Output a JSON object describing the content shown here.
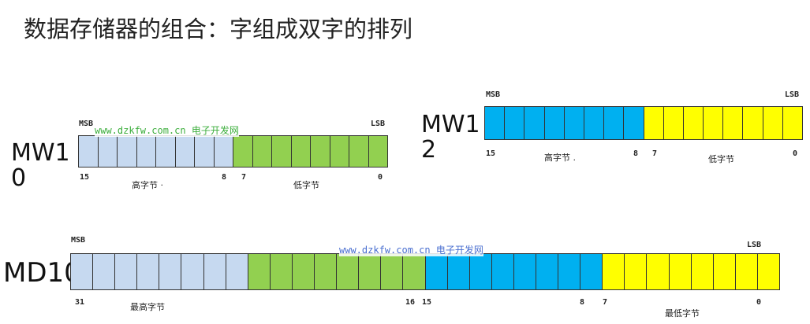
{
  "title": "数据存储器的组合：字组成双字的排列",
  "colors": {
    "light_blue": "#c6d9f0",
    "green": "#92d050",
    "blue": "#00b0f0",
    "yellow": "#ffff00"
  },
  "watermark": "www.dzkfw.com.cn 电子开发网",
  "mw10": {
    "name_line1": "MW1",
    "name_line2": "0",
    "msb": "MSB",
    "lsb": "LSB",
    "bit15": "15",
    "bit8": "8",
    "bit7": "7",
    "bit0": "0",
    "high": "高字节 ·",
    "low": "低字节",
    "segments": [
      "light_blue",
      "green"
    ]
  },
  "mw12": {
    "name_line1": "MW1",
    "name_line2": "2",
    "msb": "MSB",
    "lsb": "LSB",
    "bit15": "15",
    "bit8": "8",
    "bit7": "7",
    "bit0": "0",
    "high": "高字节 .",
    "low": "低字节",
    "segments": [
      "blue",
      "yellow"
    ]
  },
  "md10": {
    "name": "MD10",
    "msb": "MSB",
    "lsb": "LSB",
    "bit31": "31",
    "bit16": "16",
    "bit15": "15",
    "bit8": "8",
    "bit7": "7",
    "bit0": "0",
    "highest": "最高字节",
    "lowest": "最低字节",
    "segments": [
      "light_blue",
      "green",
      "blue",
      "yellow"
    ]
  }
}
